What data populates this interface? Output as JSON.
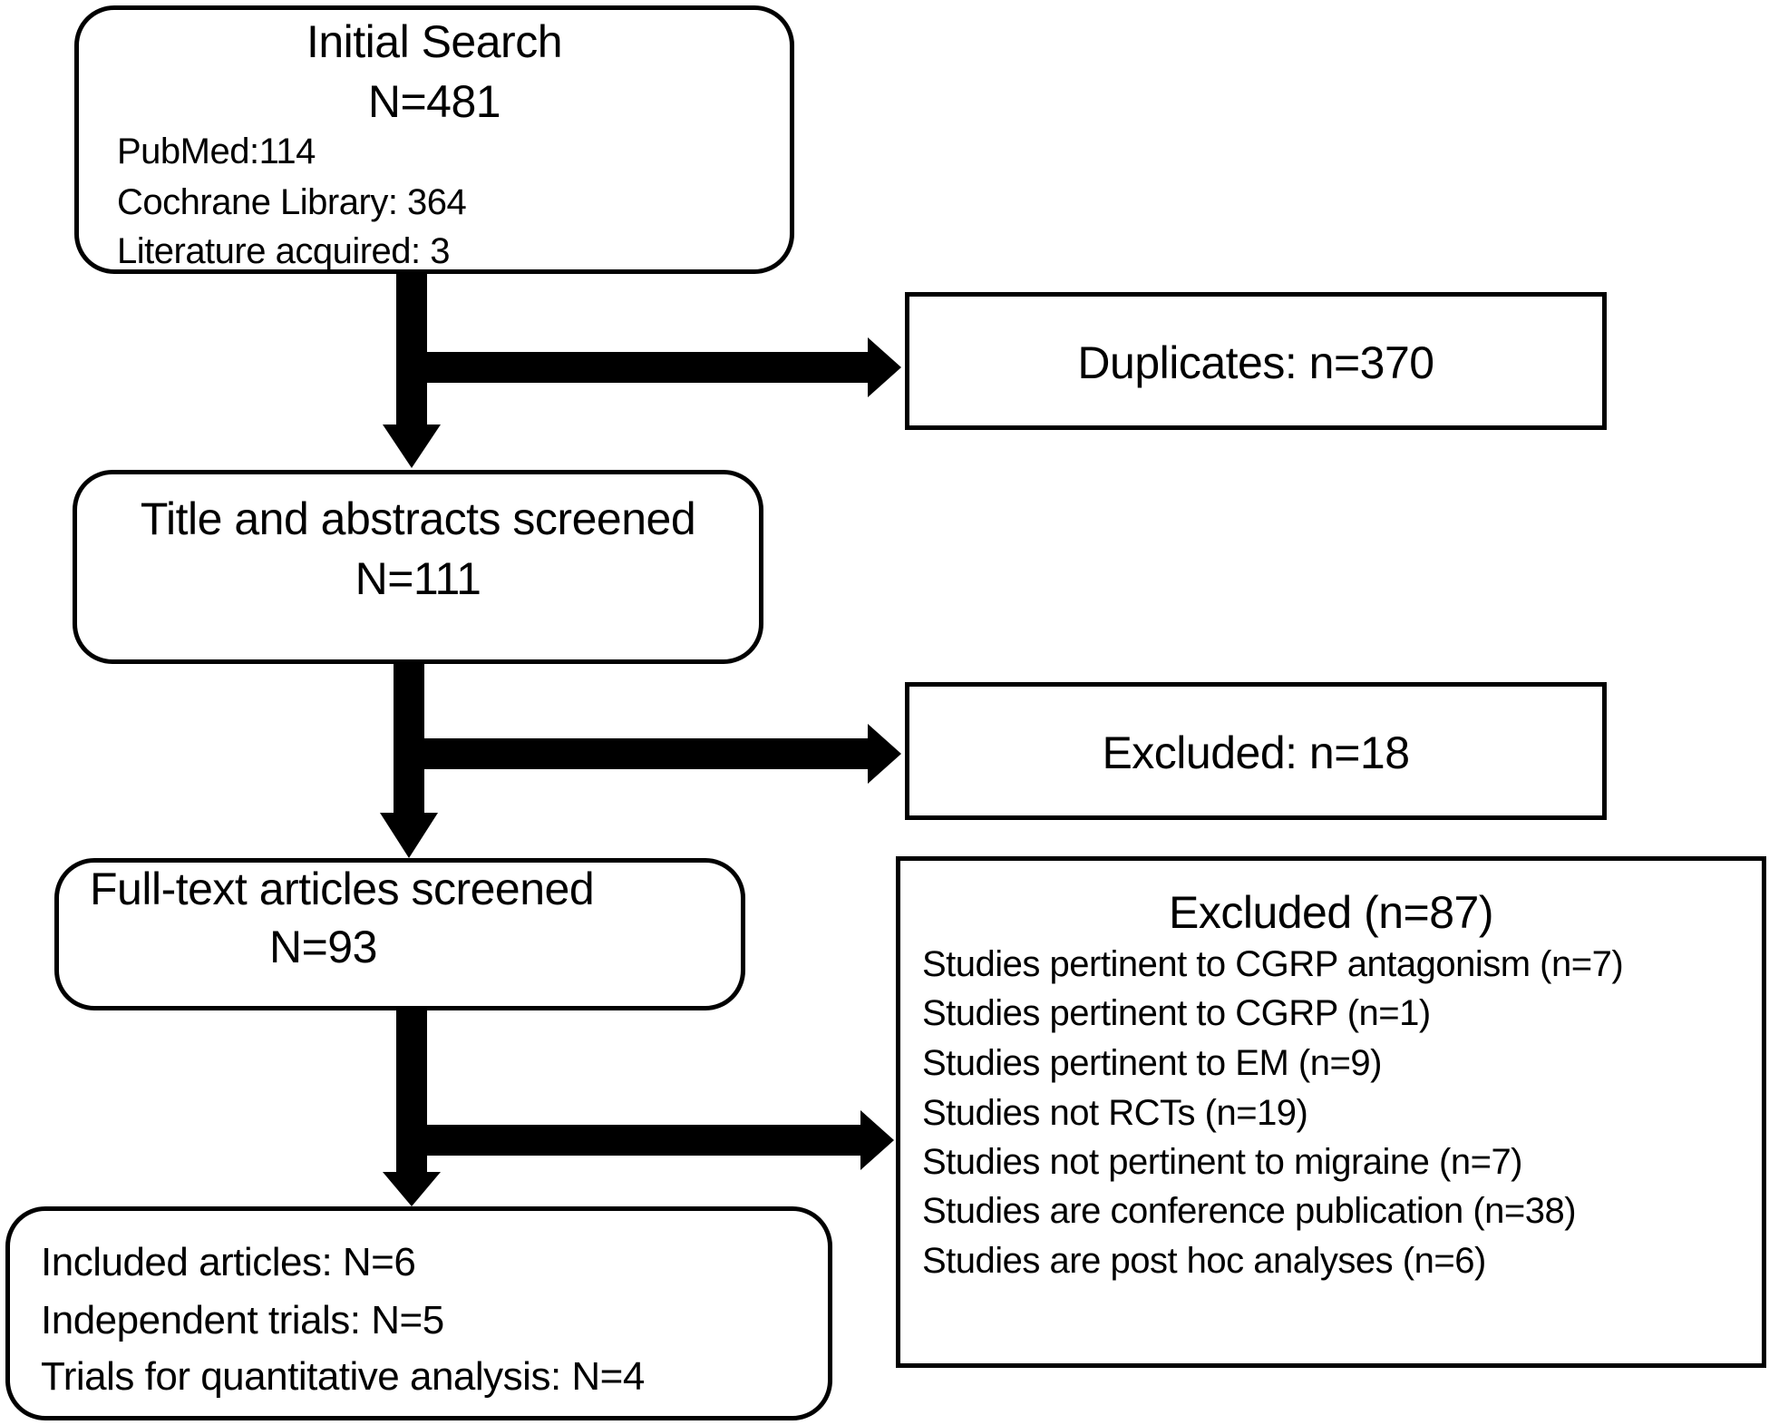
{
  "boxes": {
    "initial_search": {
      "title": "Initial  Search",
      "count": "N=481",
      "sources": [
        "PubMed:114",
        "Cochrane Library: 364",
        "Literature acquired: 3"
      ]
    },
    "duplicates": {
      "label": "Duplicates: n=370"
    },
    "title_abstracts": {
      "title": "Title and abstracts screened",
      "count": "N=111"
    },
    "excluded_1": {
      "label": "Excluded: n=18"
    },
    "full_text": {
      "title": "Full-text articles screened",
      "count": "N=93"
    },
    "excluded_2": {
      "title": "Excluded (n=87)",
      "reasons": [
        "Studies pertinent to CGRP antagonism (n=7)",
        "Studies pertinent to CGRP (n=1)",
        "Studies pertinent to EM (n=9)",
        "Studies not RCTs (n=19)",
        "Studies not pertinent to migraine  (n=7)",
        "Studies are conference publication (n=38)",
        "Studies are post hoc analyses (n=6)"
      ]
    },
    "included": {
      "lines": [
        "Included articles: N=6",
        "Independent trials: N=5",
        "Trials for quantitative analysis: N=4"
      ]
    }
  },
  "colors": {
    "stroke": "#000000",
    "background": "#ffffff"
  }
}
